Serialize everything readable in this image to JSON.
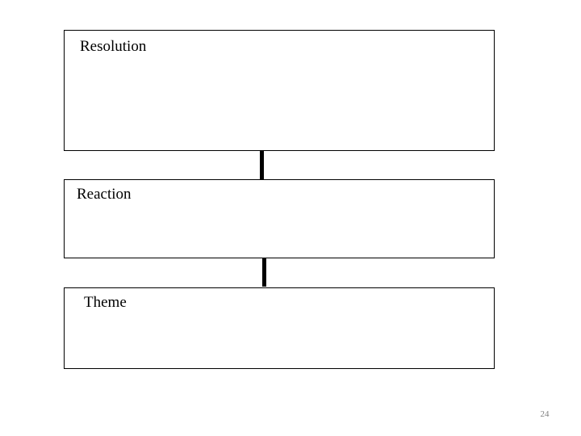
{
  "slide": {
    "page_number": "24",
    "background_color": "#ffffff",
    "line_color": "#000000",
    "text_color": "#000000",
    "page_number_color": "#808080"
  },
  "diagram": {
    "type": "vertical-flow",
    "boxes": [
      {
        "id": "resolution",
        "label": "Resolution"
      },
      {
        "id": "reaction",
        "label": "Reaction"
      },
      {
        "id": "theme",
        "label": "Theme"
      }
    ],
    "connectors": [
      {
        "from": "resolution",
        "to": "reaction"
      },
      {
        "from": "reaction",
        "to": "theme"
      }
    ]
  }
}
